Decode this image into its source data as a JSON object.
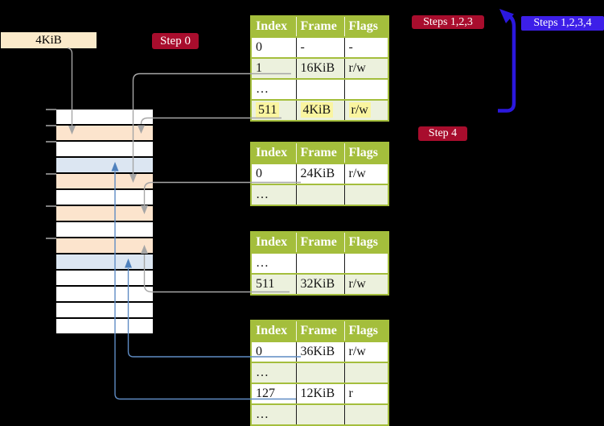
{
  "labels": {
    "page_size": "4KiB",
    "step0": "Step 0",
    "steps123": "Steps 1,2,3",
    "steps1234": "Steps 1,2,3,4",
    "step4": "Step 4"
  },
  "colors": {
    "table_header_green": "#a4be3c",
    "table_row_green": "#ecf1dd",
    "highlight_yellow": "#faf5a0",
    "frame_peach": "#fce4cd",
    "frame_light_blue": "#dce6f2",
    "step_label_red": "#a80d2d",
    "step_label_blue": "#3d1fe8",
    "connector_gray": "#a6a6a6",
    "connector_steel_blue": "#4f81bd",
    "big_arrow_blue": "#2b18dd"
  },
  "tables": [
    {
      "title_near": "Step 0",
      "columns": [
        "Index",
        "Frame",
        "Flags"
      ],
      "rows": [
        {
          "cells": [
            "0",
            "-",
            "-"
          ],
          "shaded": false,
          "highlighted": false
        },
        {
          "cells": [
            "1",
            "16KiB",
            "r/w"
          ],
          "shaded": true,
          "highlighted": false
        },
        {
          "cells": [
            "…",
            "",
            ""
          ],
          "shaded": false,
          "highlighted": false
        },
        {
          "cells": [
            "511",
            "4KiB",
            "r/w"
          ],
          "shaded": true,
          "highlighted": true
        }
      ]
    },
    {
      "title_near": "",
      "columns": [
        "Index",
        "Frame",
        "Flags"
      ],
      "rows": [
        {
          "cells": [
            "0",
            "24KiB",
            "r/w"
          ],
          "shaded": false,
          "highlighted": false
        },
        {
          "cells": [
            "…",
            "",
            ""
          ],
          "shaded": true,
          "highlighted": false
        }
      ]
    },
    {
      "title_near": "",
      "columns": [
        "Index",
        "Frame",
        "Flags"
      ],
      "rows": [
        {
          "cells": [
            "…",
            "",
            ""
          ],
          "shaded": false,
          "highlighted": false
        },
        {
          "cells": [
            "511",
            "32KiB",
            "r/w"
          ],
          "shaded": true,
          "highlighted": false
        }
      ]
    },
    {
      "title_near": "Step 4",
      "columns": [
        "Index",
        "Frame",
        "Flags"
      ],
      "rows": [
        {
          "cells": [
            "0",
            "36KiB",
            "r/w"
          ],
          "shaded": false,
          "highlighted": false
        },
        {
          "cells": [
            "…",
            "",
            ""
          ],
          "shaded": true,
          "highlighted": false
        },
        {
          "cells": [
            "127",
            "12KiB",
            "r"
          ],
          "shaded": false,
          "highlighted": false
        },
        {
          "cells": [
            "…",
            "",
            ""
          ],
          "shaded": true,
          "highlighted": false
        }
      ]
    }
  ],
  "memory": {
    "rows": [
      "white",
      "peach",
      "white",
      "blue",
      "peach",
      "white",
      "peach",
      "white",
      "peach",
      "blue",
      "white",
      "white",
      "white",
      "white"
    ]
  }
}
